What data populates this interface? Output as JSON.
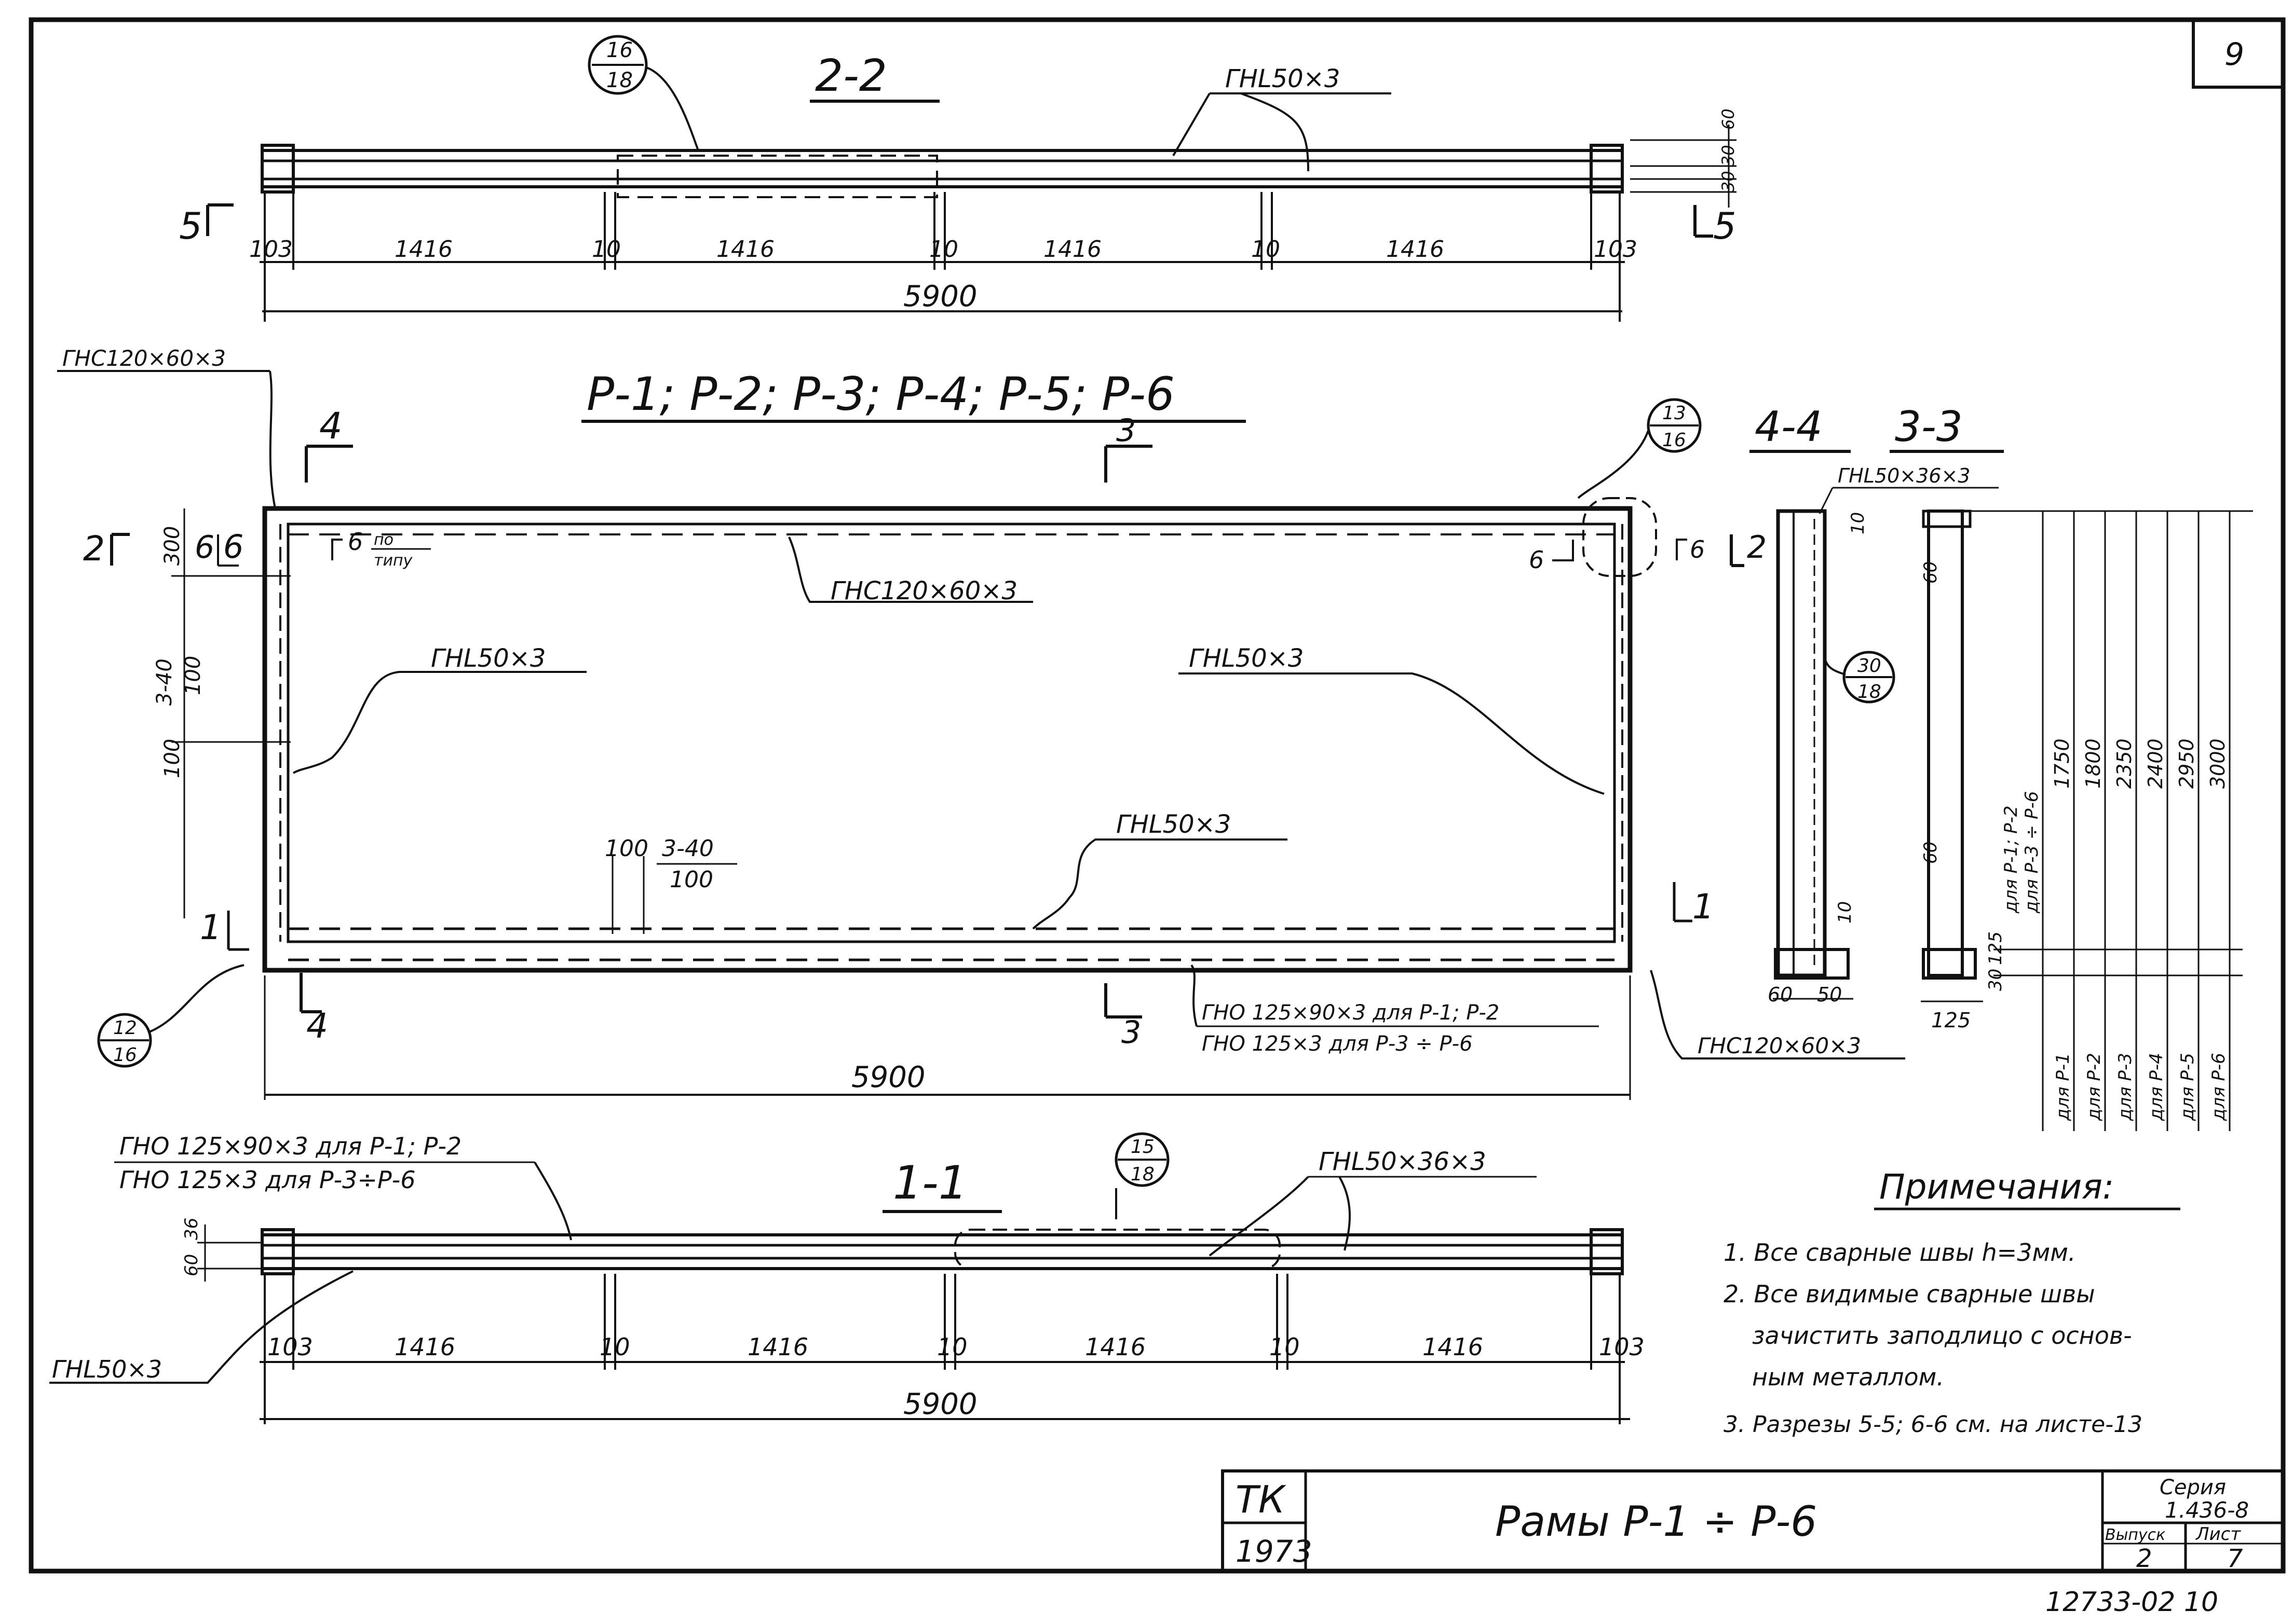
{
  "sheet": {
    "sheet_number_corner": "9",
    "bottom_code": "12733-02 10"
  },
  "section_2_2": {
    "title": "2-2",
    "callout_top": "16",
    "callout_bottom": "18",
    "profile_label": "ГНL50×3",
    "cut_left": "5",
    "cut_right": "5",
    "dims": [
      "103",
      "1416",
      "10",
      "1416",
      "10",
      "1416",
      "10",
      "1416",
      "103"
    ],
    "overall": "5900",
    "right_dims": [
      "60",
      "30",
      "30"
    ]
  },
  "elevation": {
    "title": "Р-1; Р-2; Р-3; Р-4; Р-5; Р-6",
    "top_left_profile": "ГНС120×60×3",
    "top_chord_profile": "ГНС120×60×3",
    "left_diag_profile": "ГНL50×3",
    "right_diag_profile": "ГНL50×3",
    "bottom_profile": "ГНL50×3",
    "bottom_chord_line1": "ГНО 125×90×3  для Р-1; Р-2",
    "bottom_chord_line2": "ГНО 125×3     для Р-3 ÷ Р-6",
    "bottom_right_profile": "ГНС120×60×3",
    "weld_note_top": "по",
    "weld_note_bottom": "типу",
    "weld_6": "6",
    "cut_4": "4",
    "cut_3": "3",
    "cut_2": "2",
    "cut_1": "1",
    "callout_tr_top": "13",
    "callout_tr_bottom": "16",
    "callout_bl_top": "12",
    "callout_bl_bottom": "16",
    "left_dims": [
      "300",
      "3-40",
      "100",
      "100"
    ],
    "mid_dim": "100",
    "mid_fraction_top": "3-40",
    "mid_fraction_bottom": "100",
    "overall": "5900"
  },
  "section_4_4": {
    "title": "4-4",
    "callout_top": "30",
    "callout_bottom": "18",
    "dims": [
      "60",
      "50",
      "10"
    ]
  },
  "section_3_3": {
    "title": "3-3",
    "profile_label": "ГНL50×36×3",
    "dims": [
      "10",
      "60",
      "60",
      "125",
      "30",
      "125"
    ],
    "range_label_1": "для Р-1; Р-2",
    "range_label_2": "для Р-3 ÷ Р-6",
    "heights": [
      "1750",
      "1800",
      "2350",
      "2400",
      "2950",
      "3000"
    ],
    "frame_labels": [
      "для Р-1",
      "для Р-2",
      "для Р-3",
      "для Р-4",
      "для Р-5",
      "для Р-6"
    ]
  },
  "section_1_1": {
    "title": "1-1",
    "callout_top": "15",
    "callout_bottom": "18",
    "top_left_line1": "ГНО 125×90×3  для Р-1; Р-2",
    "top_left_line2": "ГНО 125×3     для Р-3÷Р-6",
    "profile_label": "ГНL50×36×3",
    "left_profile": "ГНL50×3",
    "left_dims": [
      "60",
      "36"
    ],
    "dims": [
      "103",
      "1416",
      "10",
      "1416",
      "10",
      "1416",
      "10",
      "1416",
      "103"
    ],
    "overall": "5900"
  },
  "notes": {
    "heading": "Примечания:",
    "items": [
      "1. Все сварные швы h=3мм.",
      "2. Все видимые сварные швы",
      "зачистить заподлицо с основ-",
      "ным металлом.",
      "3. Разрезы 5-5; 6-6 см. на листе-13"
    ]
  },
  "title_block": {
    "org": "ТК",
    "year": "1973",
    "title": "Рамы   Р-1 ÷ Р-6",
    "series_label": "Серия",
    "series_value": "1.436-8",
    "issue_label": "Выпуск",
    "issue_value": "2",
    "sheet_label": "Лист",
    "sheet_value": "7"
  }
}
